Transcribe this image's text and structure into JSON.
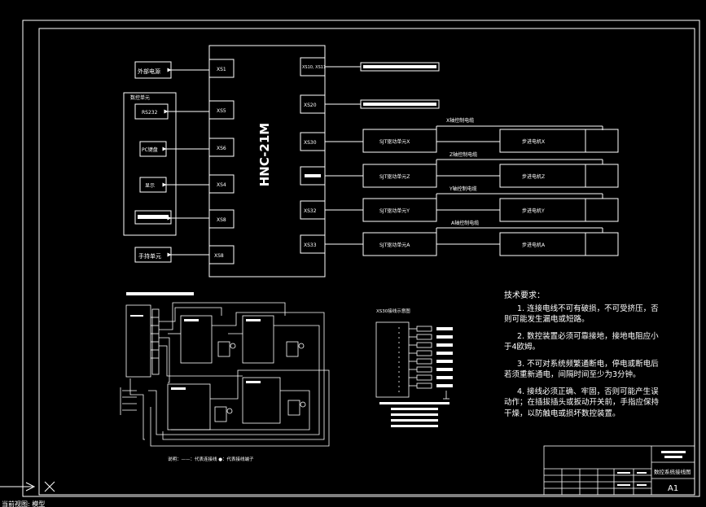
{
  "main_unit": {
    "label": "HNC-21M"
  },
  "left_boxes": {
    "external_power": "外部电源",
    "control_unit_title": "数控单元",
    "rs232": "RS232",
    "pc_keyboard": "PC键盘",
    "display": "显示",
    "handheld_unit": "手持单元"
  },
  "left_ports": [
    "XS1",
    "XS5",
    "XS6",
    "XS4",
    "XS8",
    "XS8"
  ],
  "right_ports": [
    "XS10, XS11",
    "XS20",
    "XS30",
    "",
    "XS32",
    "XS33"
  ],
  "axes": [
    {
      "cable": "X轴控制电缆",
      "driver": "SJT驱动单元X",
      "motor": "步进电机X"
    },
    {
      "cable": "Z轴控制电缆",
      "driver": "SJT驱动单元Z",
      "motor": "步进电机Z"
    },
    {
      "cable": "Y轴控制电缆",
      "driver": "SJT驱动单元Y",
      "motor": "步进电机Y"
    },
    {
      "cable": "A轴控制电缆",
      "driver": "SJT驱动单元A",
      "motor": "步进电机A"
    }
  ],
  "io_title": "XS30接线示意图",
  "legend": "说明：——：代表连接线  ●：代表接线端子",
  "notes": {
    "title": "技术要求：",
    "items": [
      "1. 连接电线不可有破损，不可受挤压，否则可能发生漏电或短路。",
      "2. 数控装置必须可靠接地，接地电阻应小于4欧姆。",
      "3. 不可对系统频繁通断电，停电或断电后若须重新通电，间隔时间至少为3分钟。",
      "4. 接线必须正确、牢固，否则可能产生误动作；在插拔插头或扳动开关前，手指应保持干燥，以防触电或损坏数控装置。"
    ]
  },
  "title_block": {
    "drawing_name": "数控系统接线图",
    "size": "A1"
  },
  "command_line": "当前视图: 模型 "
}
